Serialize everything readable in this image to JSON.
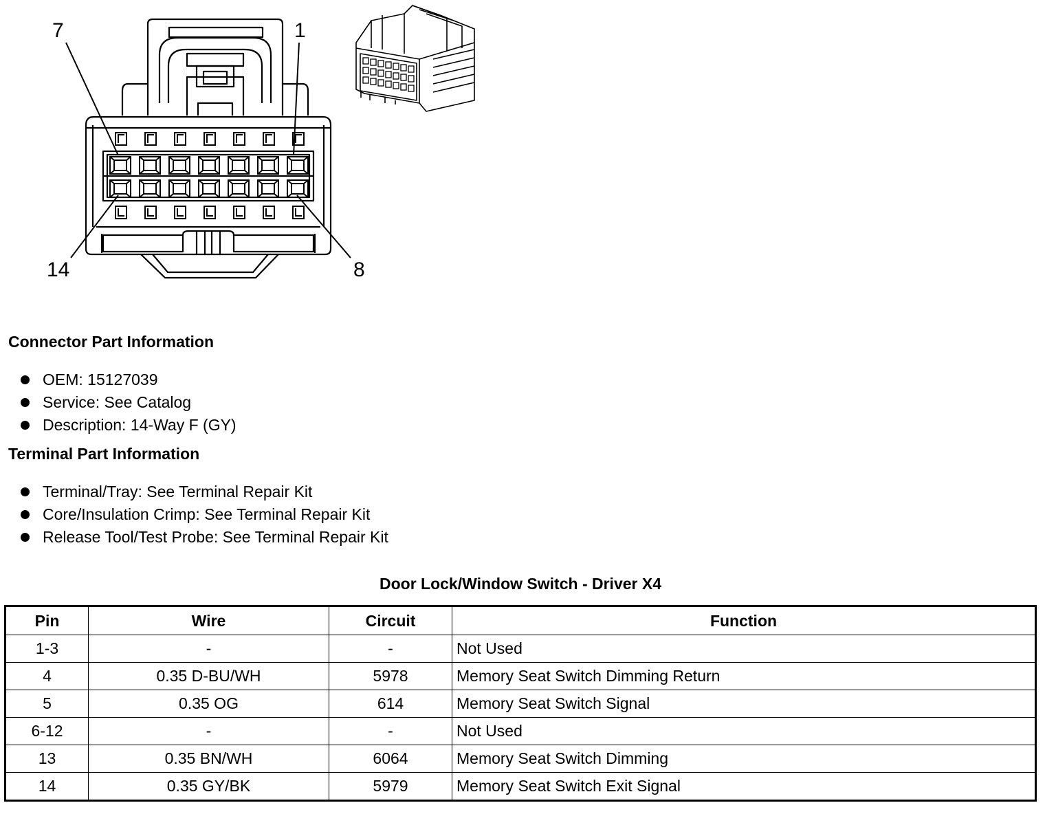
{
  "diagram": {
    "pin_labels": {
      "top_left": "7",
      "top_right": "1",
      "bottom_left": "14",
      "bottom_right": "8"
    }
  },
  "connector_info": {
    "title": "Connector Part Information",
    "items": [
      "OEM: 15127039",
      "Service: See Catalog",
      "Description: 14-Way F (GY)"
    ]
  },
  "terminal_info": {
    "title": "Terminal Part Information",
    "items": [
      "Terminal/Tray: See Terminal Repair Kit",
      "Core/Insulation Crimp: See Terminal Repair Kit",
      "Release Tool/Test Probe: See Terminal Repair Kit"
    ]
  },
  "pin_table": {
    "caption": "Door Lock/Window Switch - Driver X4",
    "headers": [
      "Pin",
      "Wire",
      "Circuit",
      "Function"
    ],
    "rows": [
      [
        "1-3",
        "-",
        "-",
        "Not Used"
      ],
      [
        "4",
        "0.35 D-BU/WH",
        "5978",
        "Memory Seat Switch Dimming Return"
      ],
      [
        "5",
        "0.35 OG",
        "614",
        "Memory Seat Switch Signal"
      ],
      [
        "6-12",
        "-",
        "-",
        "Not Used"
      ],
      [
        "13",
        "0.35 BN/WH",
        "6064",
        "Memory Seat Switch Dimming"
      ],
      [
        "14",
        "0.35 GY/BK",
        "5979",
        "Memory Seat Switch Exit Signal"
      ]
    ]
  }
}
